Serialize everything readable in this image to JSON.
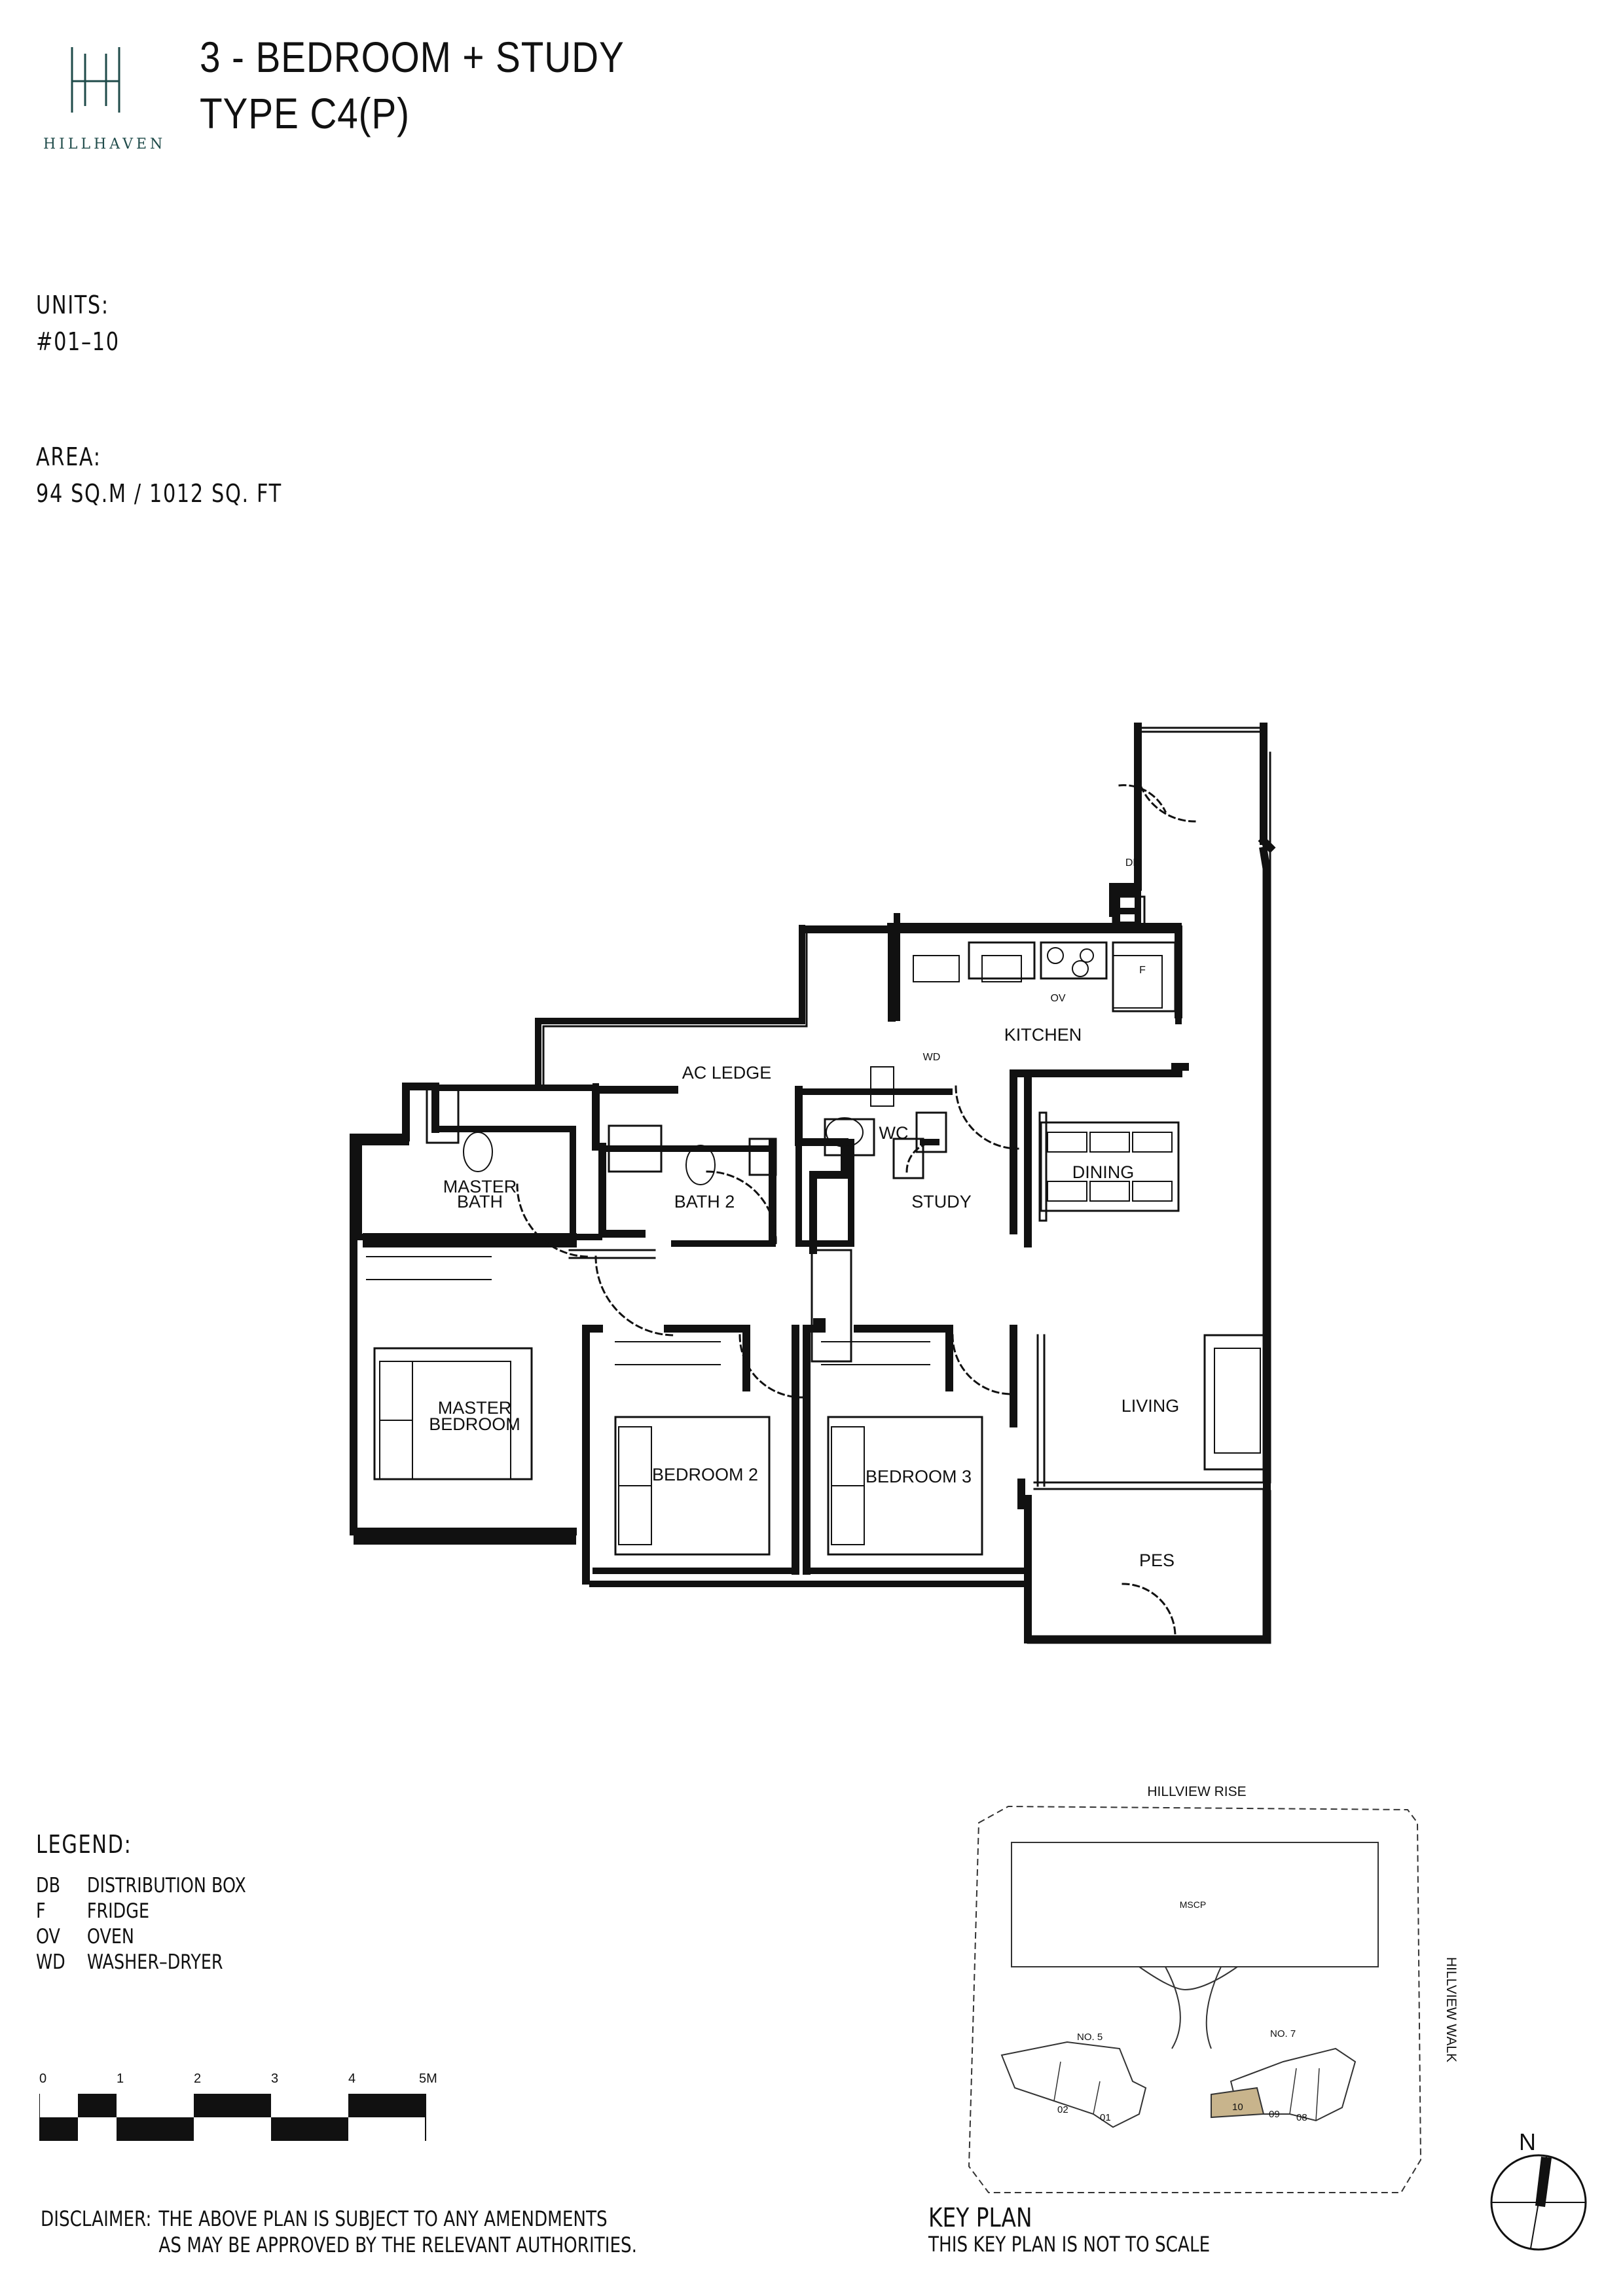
{
  "header": {
    "logo_text": "HILLHAVEN",
    "title_line1": "3 - BEDROOM + STUDY",
    "title_line2": "TYPE C4(P)"
  },
  "units": {
    "label": "UNITS:",
    "value": "#01–10"
  },
  "area": {
    "label": "AREA:",
    "value": "94 SQ.M / 1012 SQ. FT"
  },
  "floor_plan": {
    "rooms": {
      "ac_ledge": "AC LEDGE",
      "kitchen": "KITCHEN",
      "master_bath_1": "MASTER",
      "master_bath_2": "BATH",
      "bath2": "BATH 2",
      "wc": "WC",
      "study": "STUDY",
      "dining": "DINING",
      "master_bedroom_1": "MASTER",
      "master_bedroom_2": "BEDROOM",
      "bedroom2": "BEDROOM 2",
      "bedroom3": "BEDROOM 3",
      "living": "LIVING",
      "pes": "PES"
    },
    "fixtures": {
      "db": "DB",
      "f": "F",
      "ov": "OV",
      "wd": "WD"
    }
  },
  "legend": {
    "title": "LEGEND:",
    "items": [
      {
        "code": "DB",
        "desc": "DISTRIBUTION BOX"
      },
      {
        "code": "F",
        "desc": "FRIDGE"
      },
      {
        "code": "OV",
        "desc": "OVEN"
      },
      {
        "code": "WD",
        "desc": "WASHER–DRYER"
      }
    ]
  },
  "scale_bar": {
    "ticks": [
      "0",
      "1",
      "2",
      "3",
      "4",
      "5M"
    ]
  },
  "key_plan": {
    "road_top": "HILLVIEW RISE",
    "road_right": "HILLVIEW WALK",
    "carpark": "MSCP",
    "block_left": "NO. 5",
    "block_right": "NO. 7",
    "units": [
      "02",
      "01",
      "10",
      "09",
      "08"
    ],
    "title": "KEY PLAN",
    "note": "THIS KEY PLAN IS NOT TO SCALE",
    "highlight_color": "#c8b48c"
  },
  "north": "N",
  "disclaimer": {
    "label": "DISCLAIMER:",
    "line1": "THE ABOVE PLAN IS SUBJECT TO ANY AMENDMENTS",
    "line2": "AS MAY BE APPROVED BY THE RELEVANT AUTHORITIES."
  },
  "colors": {
    "brand": "#1f4b4a",
    "wall": "#111111"
  }
}
